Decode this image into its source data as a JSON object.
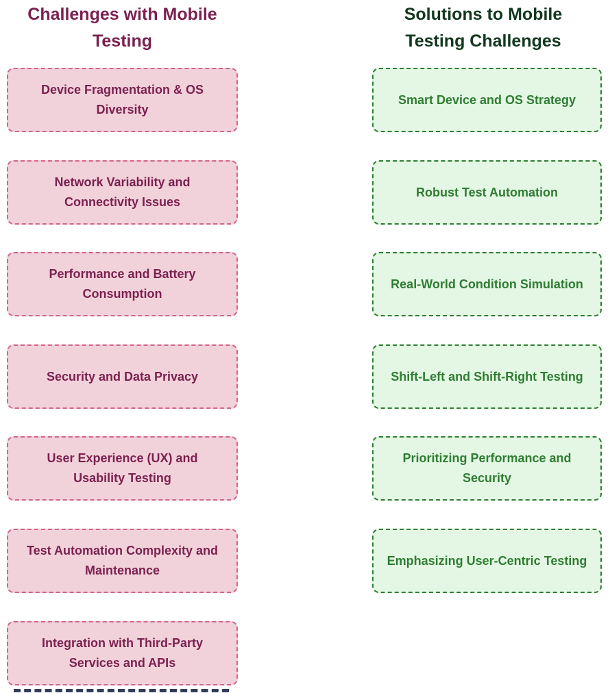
{
  "colors": {
    "page_bg": "#ffffff",
    "challenge_title": "#7b2150",
    "challenge_fill": "#f2d2da",
    "challenge_border": "#d1648e",
    "challenge_text": "#7b2150",
    "solution_title": "#12381e",
    "solution_fill": "#e4f7e4",
    "solution_border": "#2f7d33",
    "solution_text": "#2e7d32",
    "clipped_border": "#323c5c"
  },
  "challenges": {
    "title": "Challenges with Mobile Testing",
    "title_lines": {
      "line1": "Challenges with Mobile",
      "line2": "Testing"
    },
    "items": [
      "Device Fragmentation & OS Diversity",
      "Network Variability and Connectivity Issues",
      "Performance and Battery Consumption",
      "Security and Data Privacy",
      "User Experience (UX) and Usability Testing",
      "Test Automation Complexity and Maintenance",
      "Integration with Third-Party Services and APIs"
    ]
  },
  "solutions": {
    "title": "Solutions to Mobile Testing Challenges",
    "title_lines": {
      "line1": "Solutions to Mobile",
      "line2": "Testing Challenges"
    },
    "items": [
      "Smart Device and OS Strategy",
      "Robust Test Automation",
      "Real-World Condition Simulation",
      "Shift-Left and Shift-Right Testing",
      "Prioritizing Performance and Security",
      "Emphasizing User-Centric Testing"
    ]
  }
}
